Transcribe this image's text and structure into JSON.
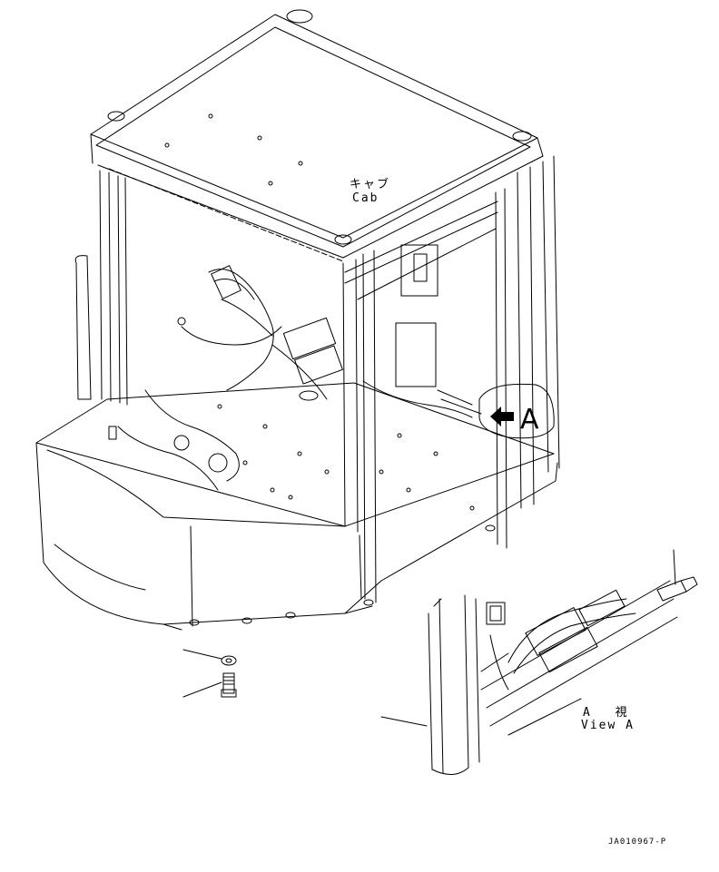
{
  "labels": {
    "cab_jp": "キャブ",
    "cab_en": "Cab",
    "callout_letter": "A",
    "view_jp": "A 視",
    "view_en": "View A",
    "drawing_code": "JA010967-P"
  },
  "icons": {
    "view_arrow": "filled-arrow-left-icon"
  },
  "colors": {
    "line": "#000000",
    "background": "#ffffff"
  }
}
